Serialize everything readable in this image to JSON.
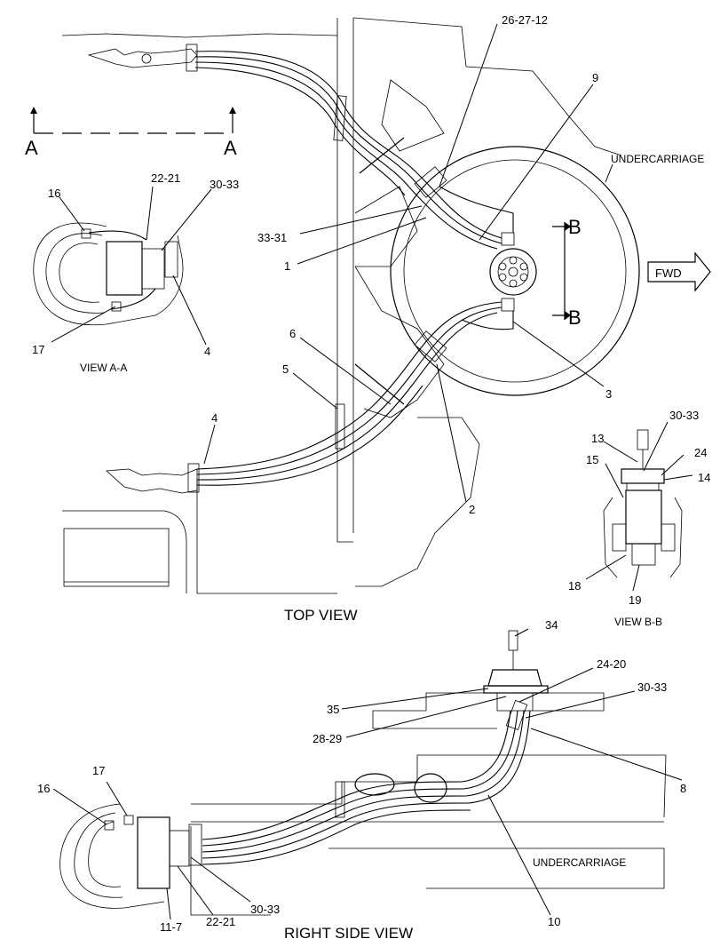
{
  "captions": {
    "top_view": "TOP VIEW",
    "right_side_view": "RIGHT SIDE VIEW",
    "view_aa": "VIEW  A-A",
    "view_bb": "VIEW  B-B"
  },
  "annotations": {
    "undercarriage_top": "UNDERCARRIAGE",
    "undercarriage_side": "UNDERCARRIAGE",
    "fwd": "FWD"
  },
  "section_marks": {
    "a_left": "A",
    "a_right": "A",
    "b_top": "B",
    "b_bottom": "B"
  },
  "callouts": {
    "c_26_27_12": "26-27-12",
    "c_9": "9",
    "c_33_31": "33-31",
    "c_1": "1",
    "c_6": "6",
    "c_5": "5",
    "c_4_main": "4",
    "c_3": "3",
    "c_2": "2",
    "c_16_aa": "16",
    "c_22_21_aa": "22-21",
    "c_30_33_aa": "30-33",
    "c_17_aa": "17",
    "c_4_aa": "4",
    "c_30_33_bb": "30-33",
    "c_13": "13",
    "c_24": "24",
    "c_15": "15",
    "c_14": "14",
    "c_18": "18",
    "c_19": "19",
    "c_34": "34",
    "c_24_20": "24-20",
    "c_30_33_side": "30-33",
    "c_35": "35",
    "c_28_29": "28-29",
    "c_8": "8",
    "c_17_side": "17",
    "c_16_side": "16",
    "c_10": "10",
    "c_30_33_side_low": "30-33",
    "c_22_21_side": "22-21",
    "c_11_7": "11-7"
  }
}
